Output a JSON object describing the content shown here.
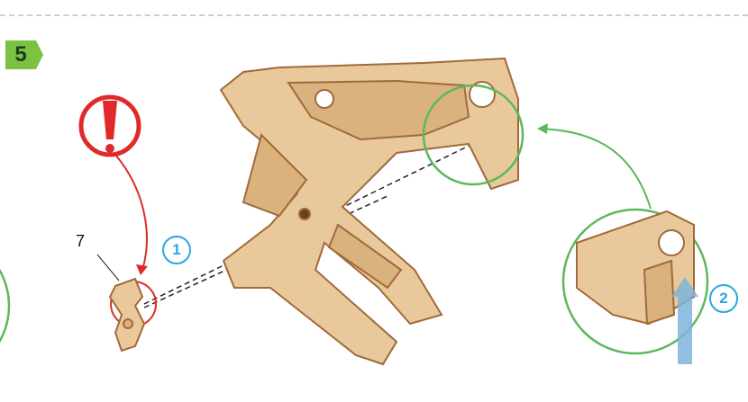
{
  "step": {
    "number": "5"
  },
  "labels": {
    "part": "7",
    "step_one": "1",
    "step_two": "2"
  },
  "icons": {
    "warning": "exclamation-warning-icon",
    "insert_arrow": "up-arrow-icon"
  },
  "colors": {
    "wood": "#e9c99b",
    "wood_edge": "#a06a3a",
    "warning_red": "#e02a2a",
    "detail_green": "#5cb85c",
    "step_blue": "#2aa7e0",
    "step_badge": "#7cc242"
  }
}
